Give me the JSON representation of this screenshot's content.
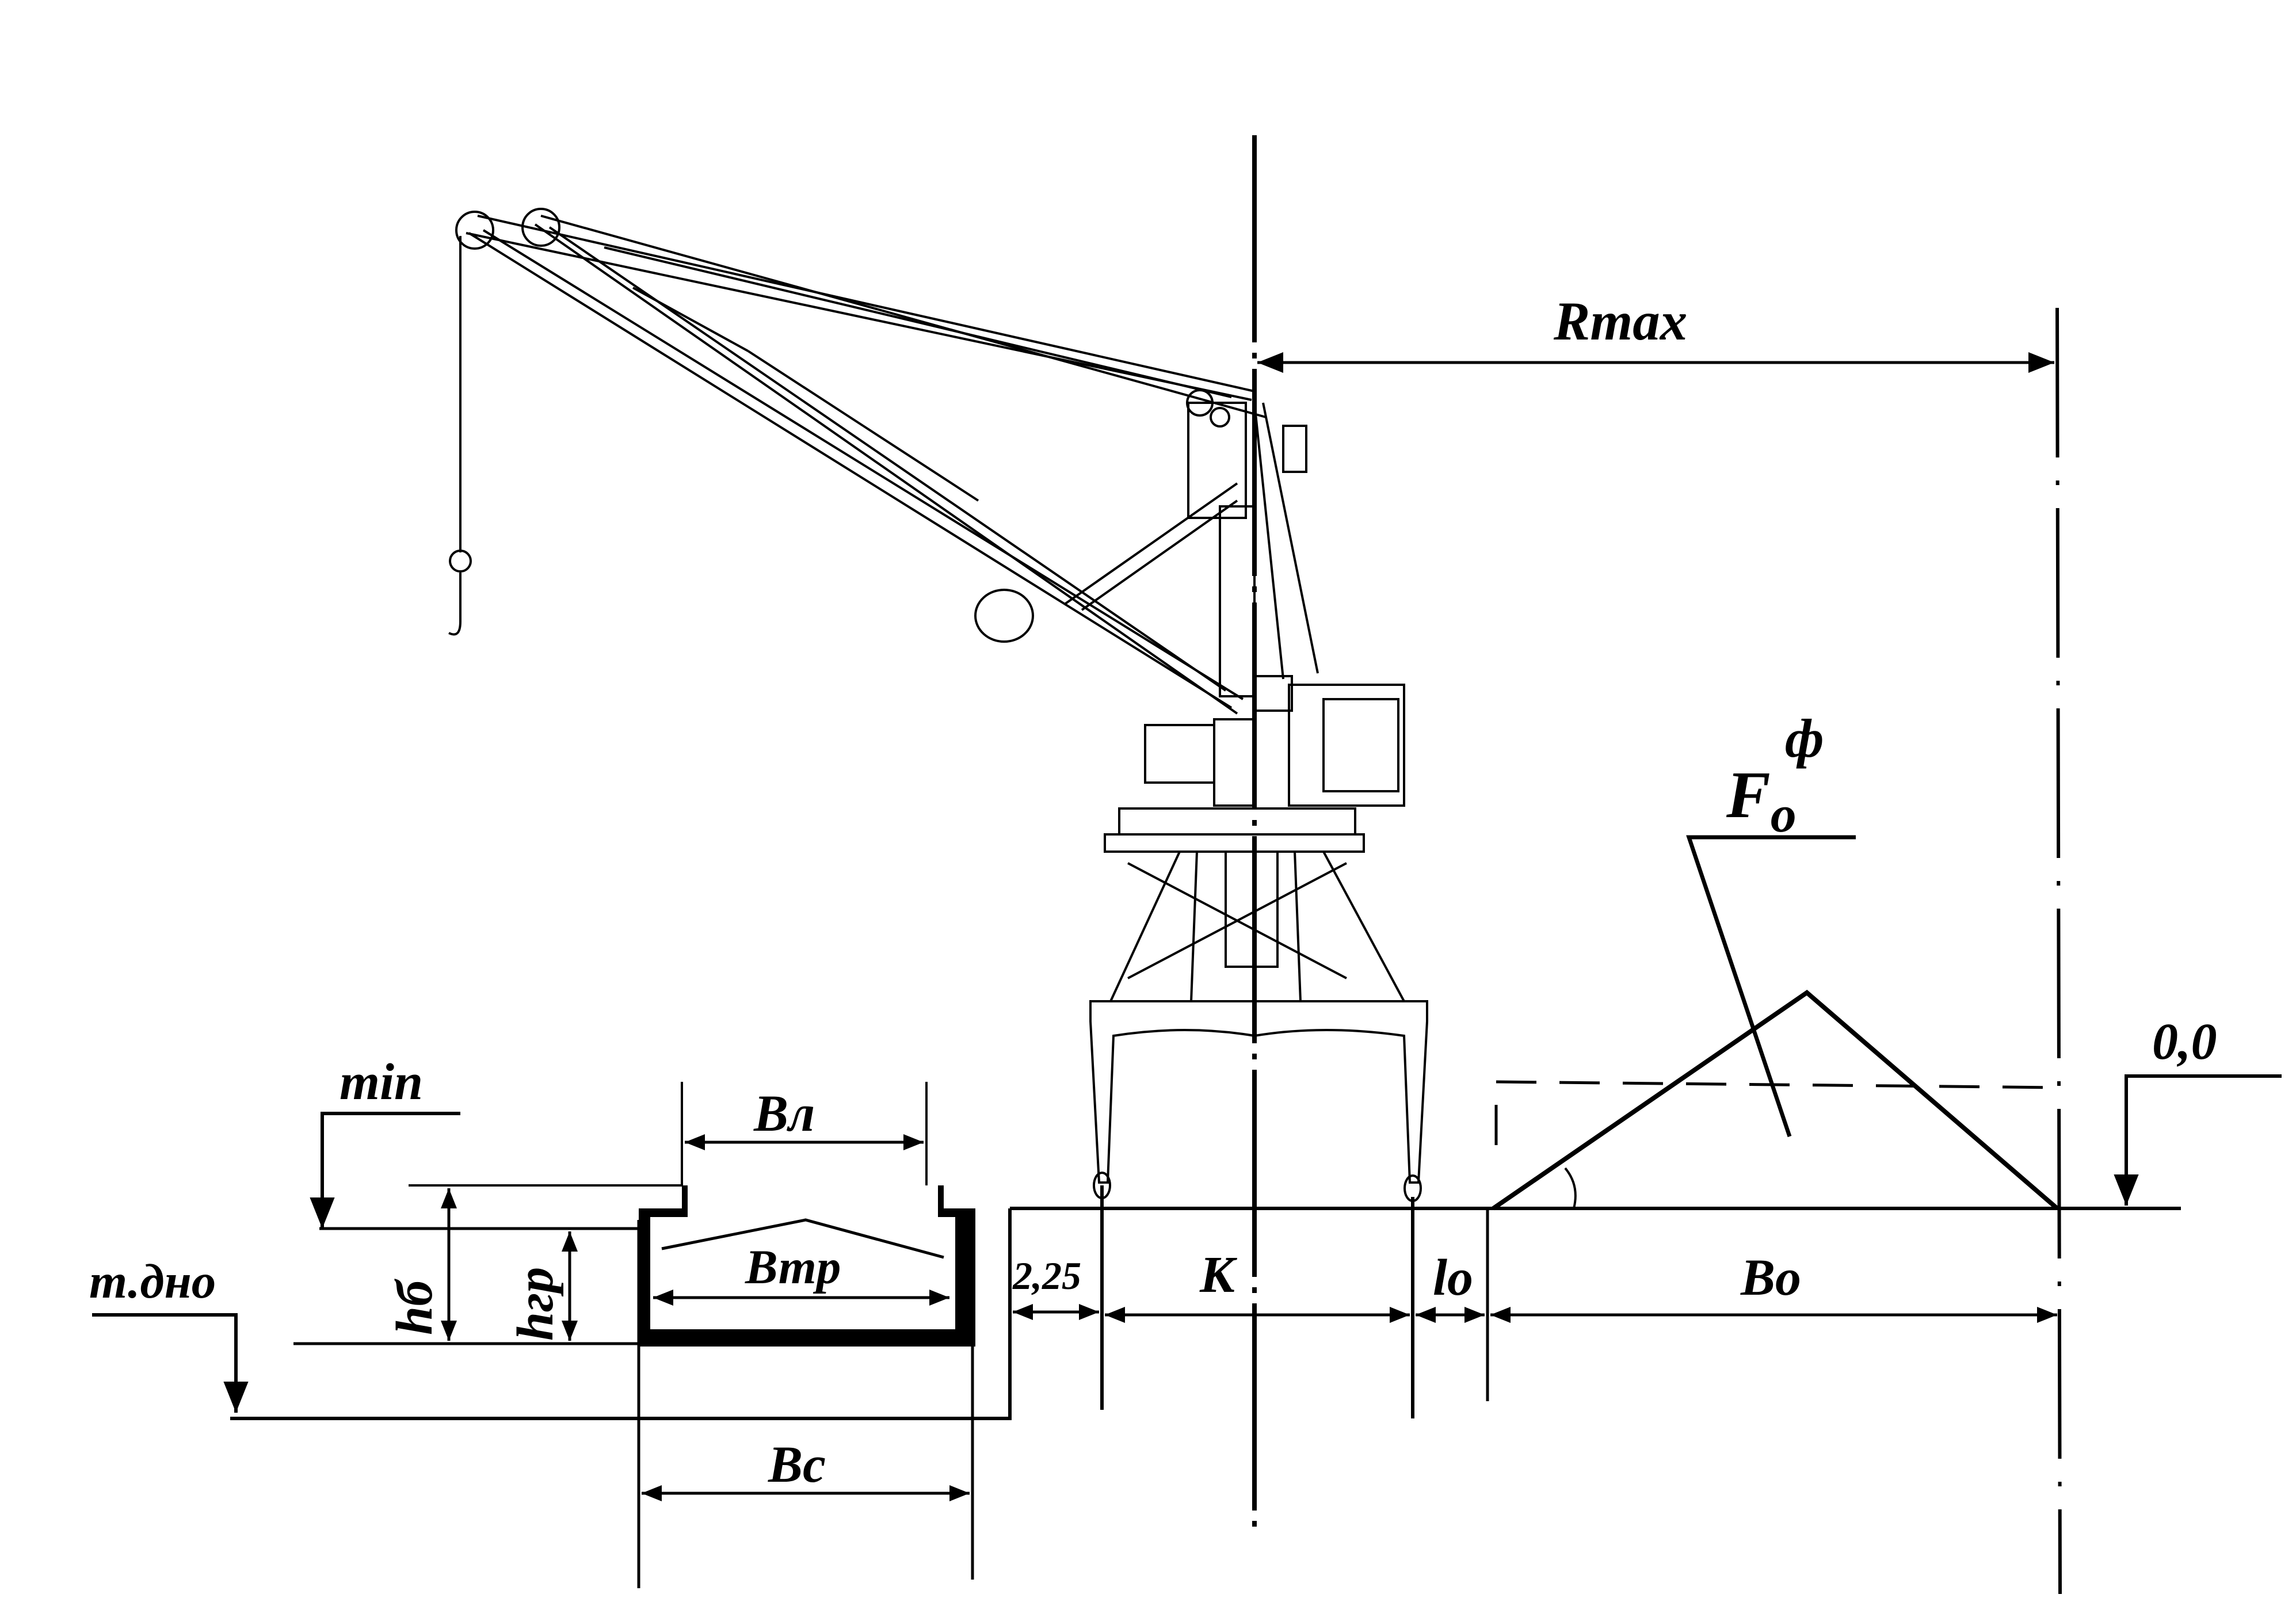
{
  "labels": {
    "rmax": "Rmax",
    "fo_base": "F",
    "fo_sub": "o",
    "fo_sup": "ф",
    "zero_level": "0,0",
    "min_level": "min",
    "bottom_level": "т.дно",
    "bl": "Вл",
    "btr": "Втр",
    "bc": "Вс",
    "h_b": "hб",
    "h_gr": "hгр",
    "dist_225": "2,25",
    "k": "К",
    "lo": "lo",
    "bo": "Во"
  },
  "colors": {
    "ink": "#000000",
    "background": "#ffffff"
  }
}
